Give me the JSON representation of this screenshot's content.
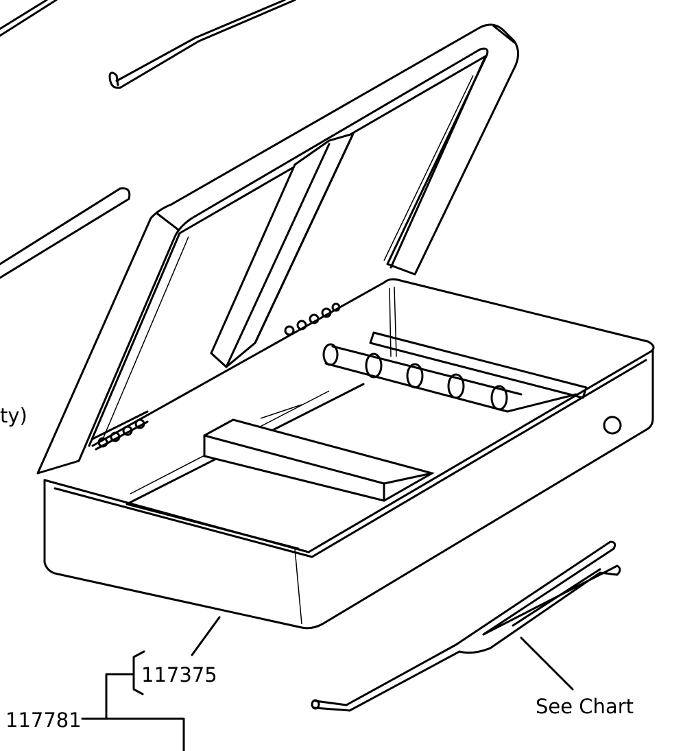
{
  "labels": {
    "partial_text": "ty)",
    "part_tray": "117375",
    "part_kit": "117781",
    "see_chart": "See Chart"
  },
  "colors": {
    "ink": "#000000",
    "paper": "#ffffff"
  }
}
